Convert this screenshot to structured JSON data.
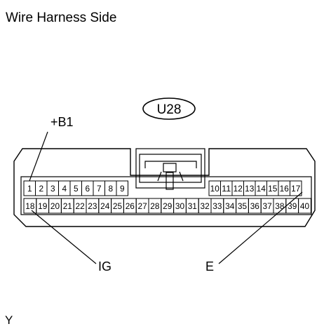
{
  "title": "Wire Harness Side",
  "connector": "U28",
  "footer": "Y",
  "colors": {
    "line": "#000000",
    "background": "#ffffff"
  },
  "top_row": [
    "1",
    "2",
    "3",
    "4",
    "5",
    "6",
    "7",
    "8",
    "9",
    "",
    "",
    "",
    "",
    "",
    "",
    "",
    "10",
    "11",
    "12",
    "13",
    "14",
    "15",
    "16",
    "17"
  ],
  "bottom_row": [
    "18",
    "19",
    "20",
    "21",
    "22",
    "23",
    "24",
    "25",
    "26",
    "27",
    "28",
    "29",
    "30",
    "31",
    "32",
    "33",
    "34",
    "35",
    "36",
    "37",
    "38",
    "39",
    "40"
  ],
  "callouts": {
    "b1": "+B1",
    "ig": "IG",
    "e": "E"
  }
}
